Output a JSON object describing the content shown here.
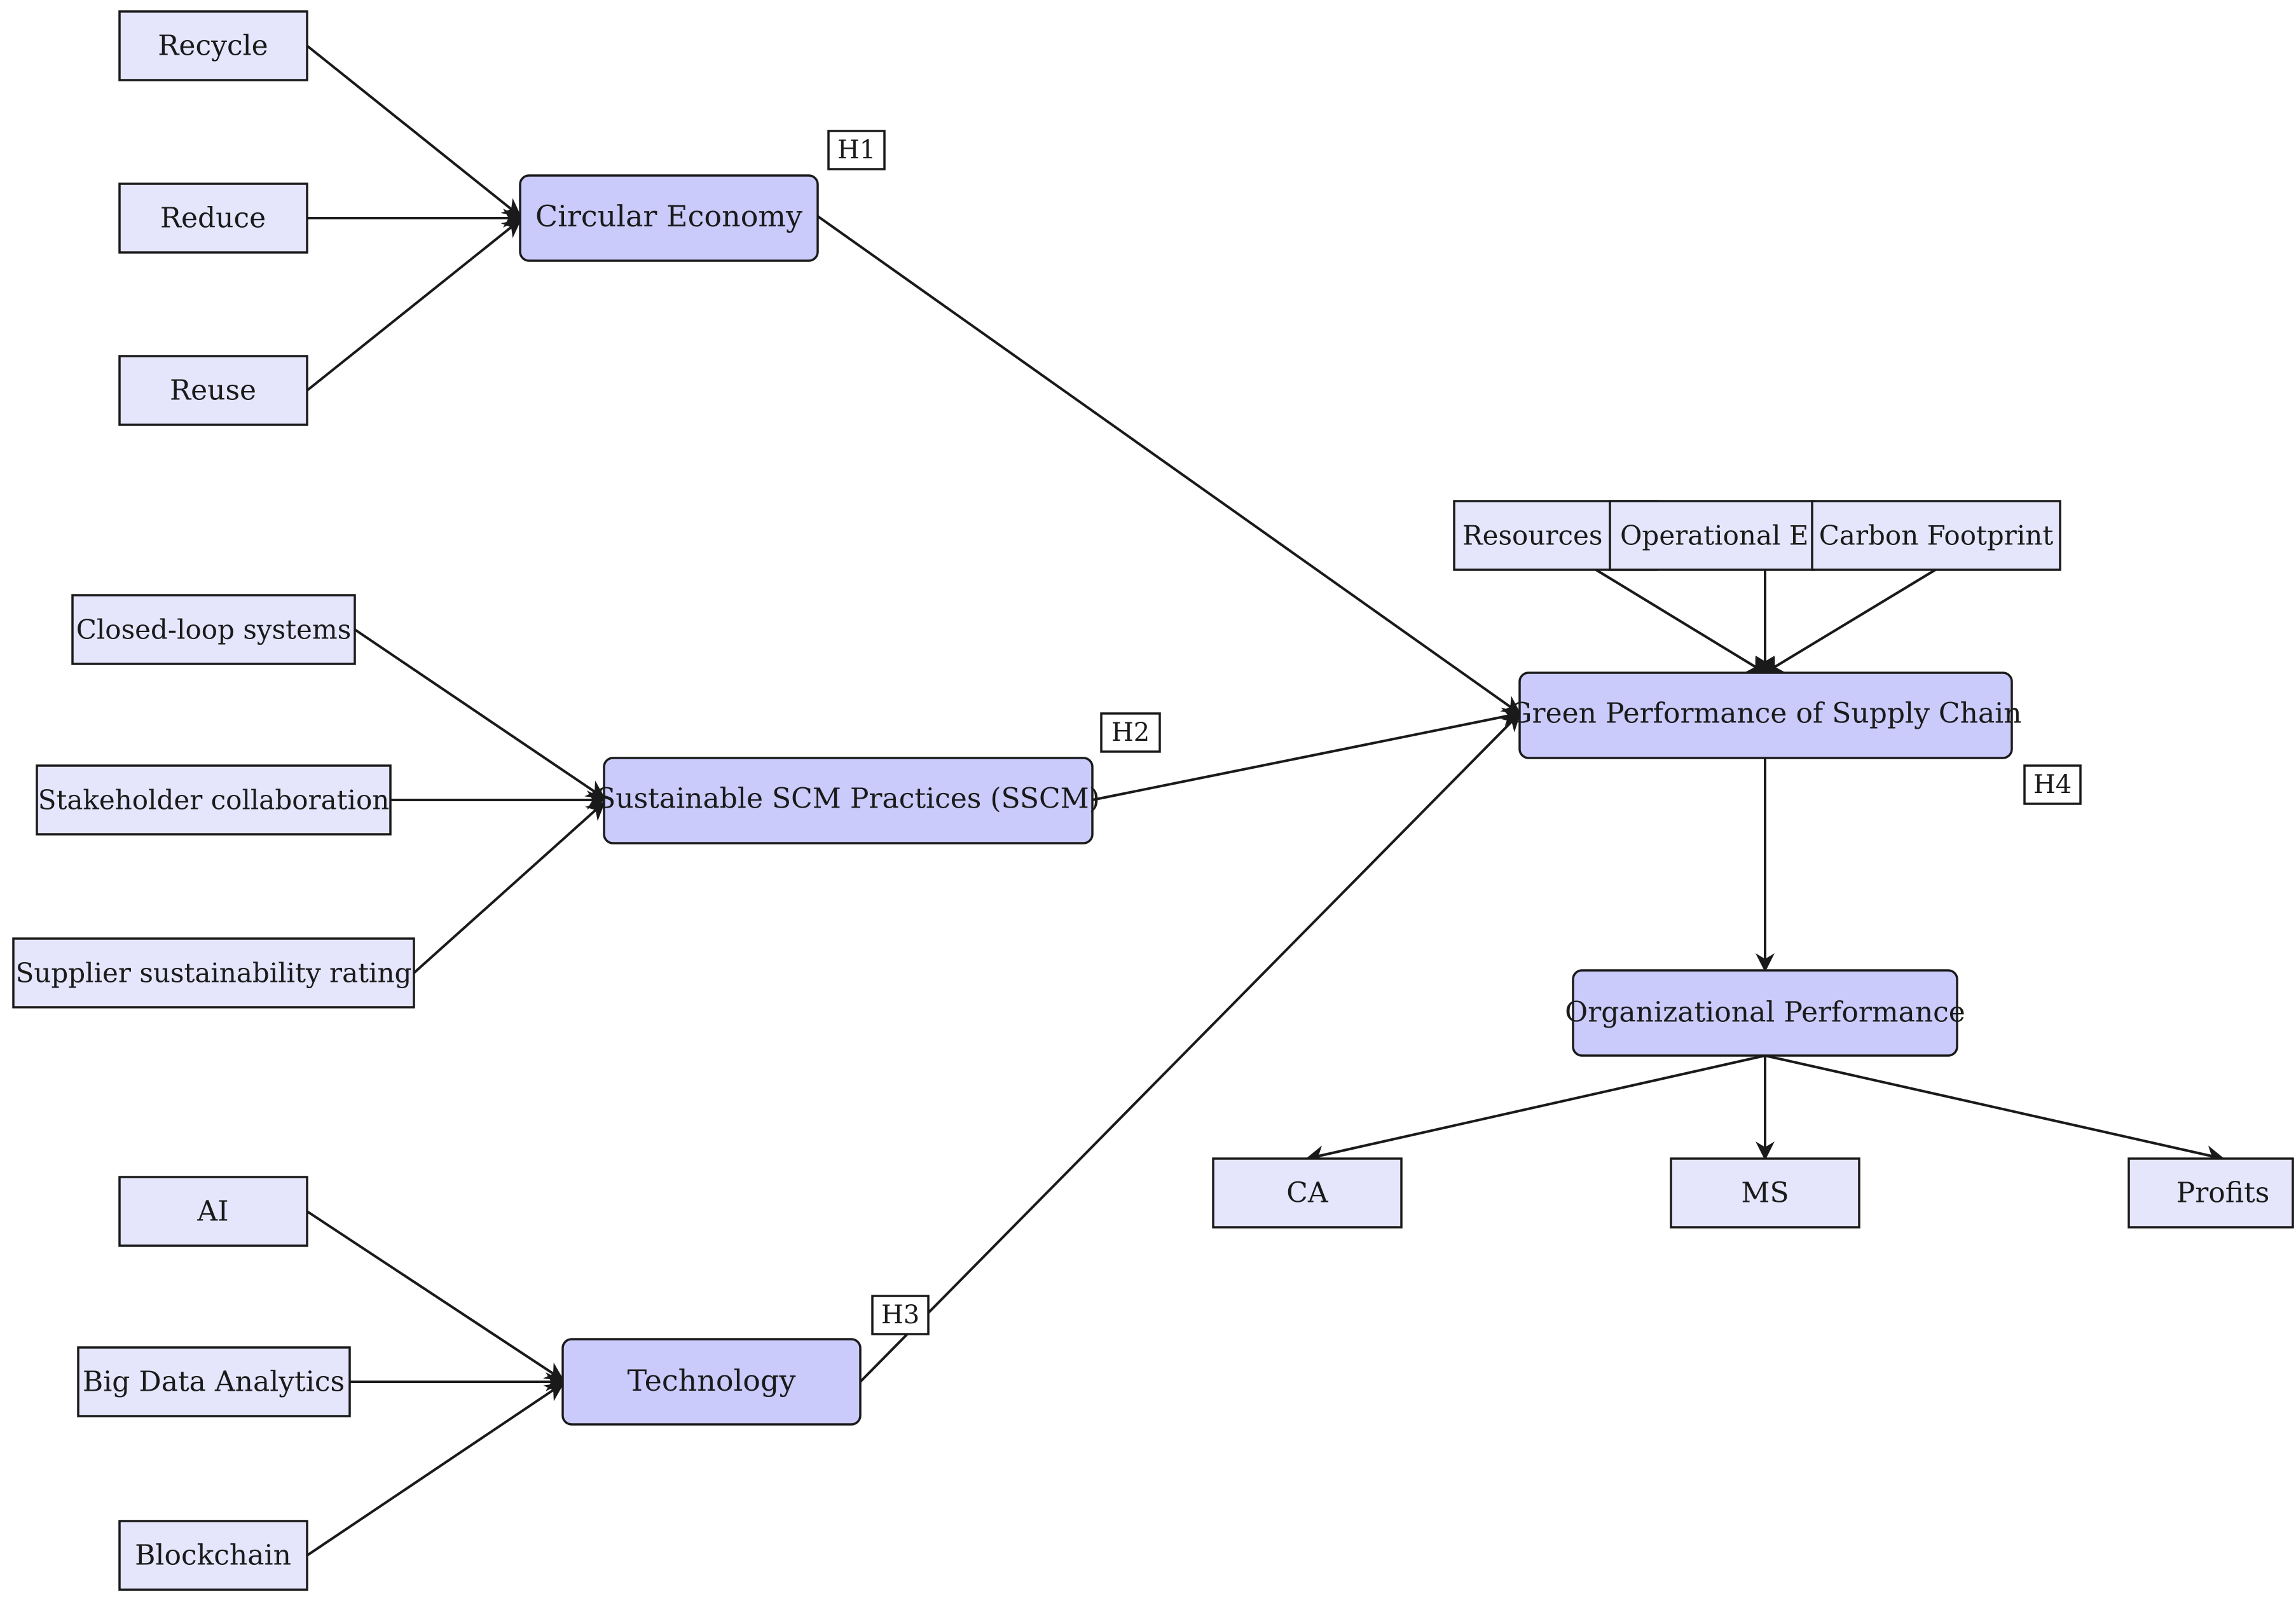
{
  "constructs": {
    "circular_economy": {
      "label": "Circular Economy",
      "indicators": [
        "Recycle",
        "Reduce",
        "Reuse"
      ],
      "hypothesis": "H1"
    },
    "sscm": {
      "label": "Sustainable SCM Practices (SSCM)",
      "indicators": [
        "Closed-loop systems",
        "Stakeholder collaboration",
        "Supplier sustainability rating"
      ],
      "hypothesis": "H2"
    },
    "technology": {
      "label": "Technology",
      "indicators": [
        "AI",
        "Big Data Analytics",
        "Blockchain"
      ],
      "hypothesis": "H3"
    },
    "green_performance": {
      "label": "Green Performance of Supply Chain",
      "indicators": [
        "Resources I",
        "Operational E",
        "Carbon Footprint"
      ],
      "hypothesis": "H4"
    },
    "organizational_performance": {
      "label": "Organizational Performance",
      "indicators": [
        "CA",
        "MS",
        "Profits"
      ]
    }
  },
  "colors": {
    "main_fill": "#cacafb",
    "indicator_fill": "#e5e5fc",
    "stroke": "#1a1a1a"
  }
}
